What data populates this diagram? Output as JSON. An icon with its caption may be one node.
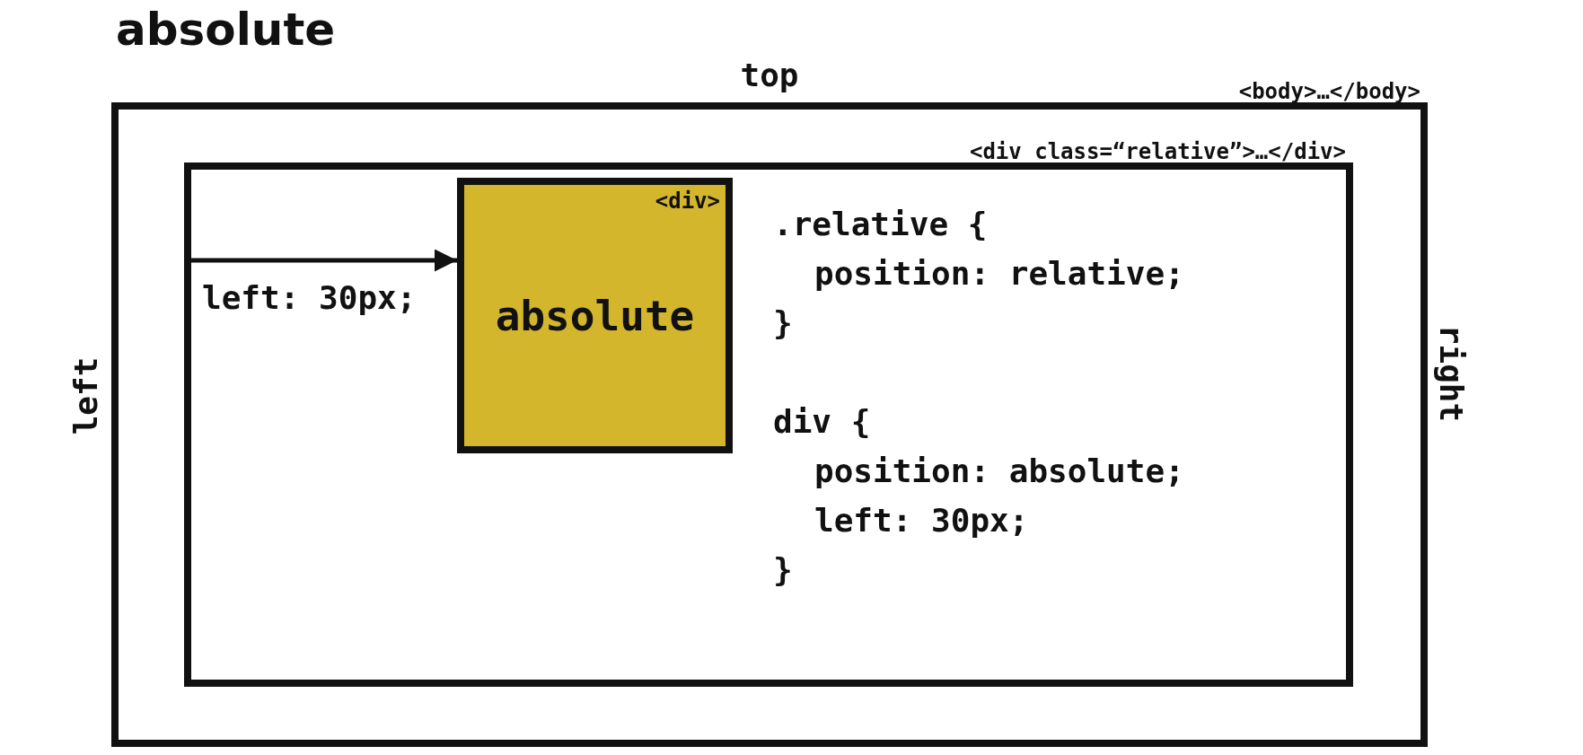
{
  "diagram": {
    "title": "absolute",
    "nodes": [
      {
        "text": [
          "<body>…</body>"
        ]
      },
      {
        "text": [
          "<div class=“relative”>…</div>"
        ],
        "in": 0
      },
      {
        "text": [
          "<div>",
          "absolute"
        ],
        "in": 1
      }
    ],
    "edges": [
      {
        "from": 1,
        "to": 2,
        "arrow": "to",
        "label": "left: 30px;"
      }
    ],
    "labels": [
      "top",
      "left",
      ".relative {",
      "position: relative;",
      "}",
      "div {",
      "position: absolute;",
      "left: 30px;",
      "}",
      "right"
    ]
  }
}
